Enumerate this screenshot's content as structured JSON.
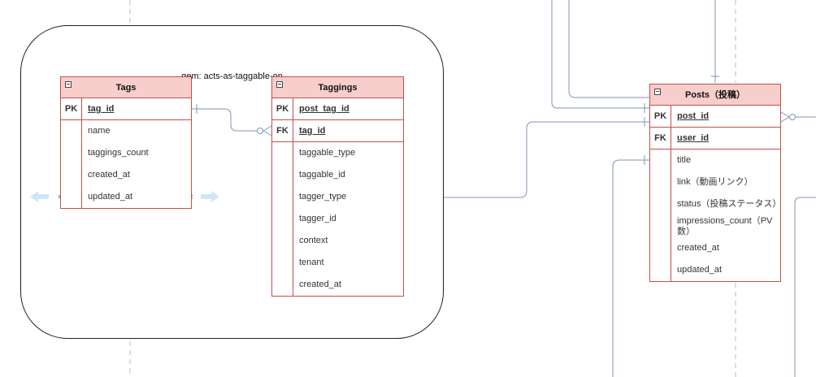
{
  "group": {
    "title": "gem: acts-as-taggable-on"
  },
  "tags": {
    "title": "Tags",
    "keys": [
      {
        "type": "PK",
        "name": "tag_id"
      }
    ],
    "fields": [
      "name",
      "taggings_count",
      "created_at",
      "updated_at"
    ]
  },
  "taggings": {
    "title": "Taggings",
    "keys": [
      {
        "type": "PK",
        "name": "post_tag_id"
      },
      {
        "type": "FK",
        "name": "tag_id"
      }
    ],
    "fields": [
      "taggable_type",
      "taggable_id",
      "tagger_type",
      "tagger_id",
      "context",
      "tenant",
      "created_at"
    ]
  },
  "posts": {
    "title": "Posts（投稿）",
    "keys": [
      {
        "type": "PK",
        "name": "post_id"
      },
      {
        "type": "FK",
        "name": "user_id"
      }
    ],
    "fields": [
      "title",
      "link（動画リンク）",
      "status（投稿ステータス）",
      "impressions_count（PV数）",
      "created_at",
      "updated_at"
    ]
  },
  "colors": {
    "header_fill": "#f8cecc",
    "border": "#c0504d",
    "connector": "#6c8ebf",
    "guide": "#bbbbbb"
  }
}
